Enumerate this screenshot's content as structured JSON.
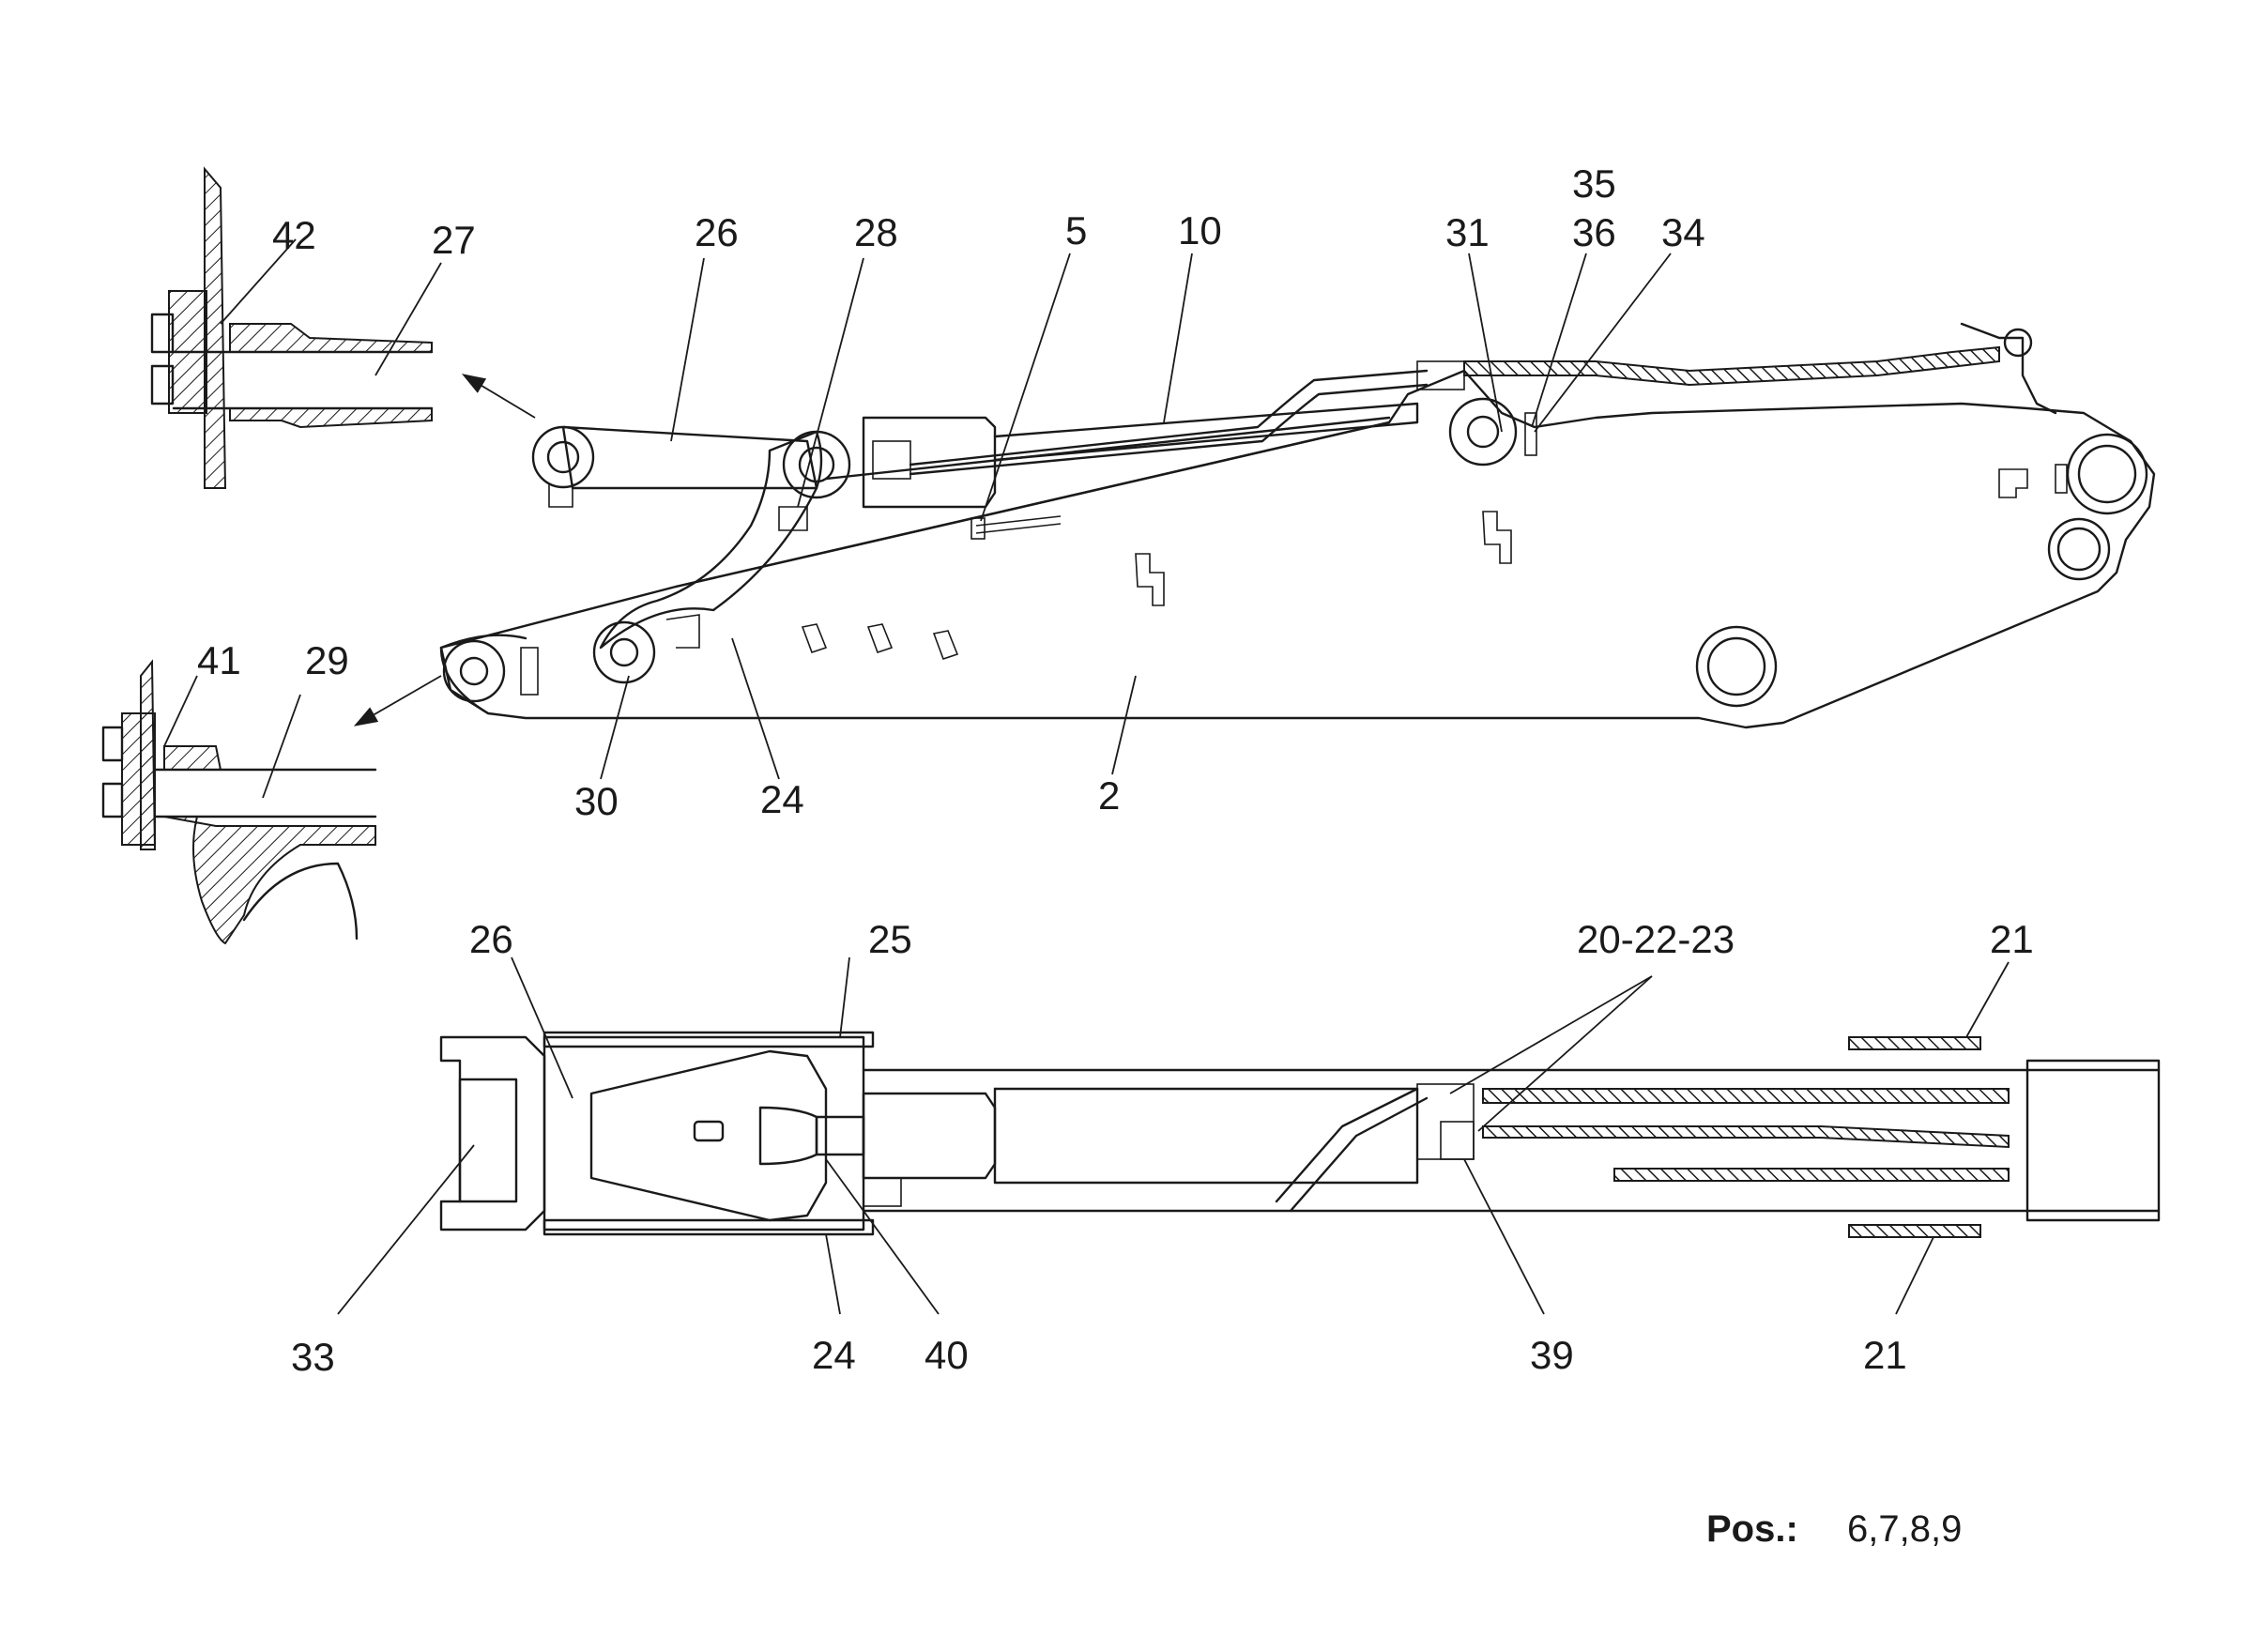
{
  "labels": {
    "l42": "42",
    "l27": "27",
    "l26a": "26",
    "l28": "28",
    "l5": "5",
    "l10": "10",
    "l31": "31",
    "l35": "35",
    "l36": "36",
    "l34": "34",
    "l41": "41",
    "l29": "29",
    "l30": "30",
    "l24a": "24",
    "l2": "2",
    "l26b": "26",
    "l25": "25",
    "l20_22_23": "20-22-23",
    "l21a": "21",
    "l33": "33",
    "l24b": "24",
    "l40": "40",
    "l39": "39",
    "l21b": "21"
  },
  "position": {
    "key": "Pos.:",
    "value": "6,7,8,9"
  }
}
